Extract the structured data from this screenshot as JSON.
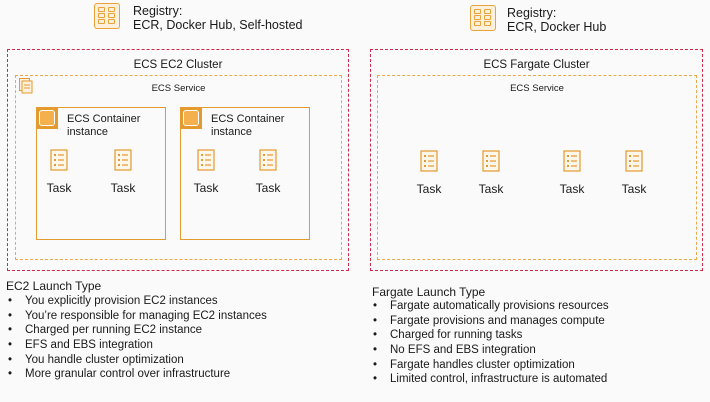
{
  "registries": [
    {
      "title": "Registry:",
      "detail": "ECR, Docker Hub, Self-hosted",
      "icon": "registry-icon"
    },
    {
      "title": "Registry:",
      "detail": "ECR, Docker Hub",
      "icon": "registry-icon"
    }
  ],
  "ec2": {
    "cluster_title": "ECS EC2 Cluster",
    "service_title": "ECS Service",
    "instances": [
      {
        "label_line1": "ECS Container",
        "label_line2": "instance",
        "tasks": [
          "Task",
          "Task"
        ]
      },
      {
        "label_line1": "ECS Container",
        "label_line2": "instance",
        "tasks": [
          "Task",
          "Task"
        ]
      }
    ],
    "launch_type": {
      "title": "EC2 Launch Type",
      "bullets": [
        "You explicitly provision EC2 instances",
        "You’re responsible for managing EC2 instances",
        "Charged per running EC2 instance",
        "EFS and EBS integration",
        "You handle cluster optimization",
        "More granular control over infrastructure"
      ]
    }
  },
  "fargate": {
    "cluster_title": "ECS Fargate Cluster",
    "service_title": "ECS Service",
    "tasks": [
      "Task",
      "Task",
      "Task",
      "Task"
    ],
    "launch_type": {
      "title": "Fargate Launch Type",
      "bullets": [
        "Fargate automatically provisions resources",
        "Fargate provisions and manages compute",
        "Charged for running tasks",
        "No EFS and EBS integration",
        "Fargate handles cluster optimization",
        "Limited control, infrastructure is automated"
      ]
    }
  },
  "colors": {
    "cluster_border": "#cc2a48",
    "service_border": "#e7a94a",
    "instance_orange": "#e39a2e"
  }
}
